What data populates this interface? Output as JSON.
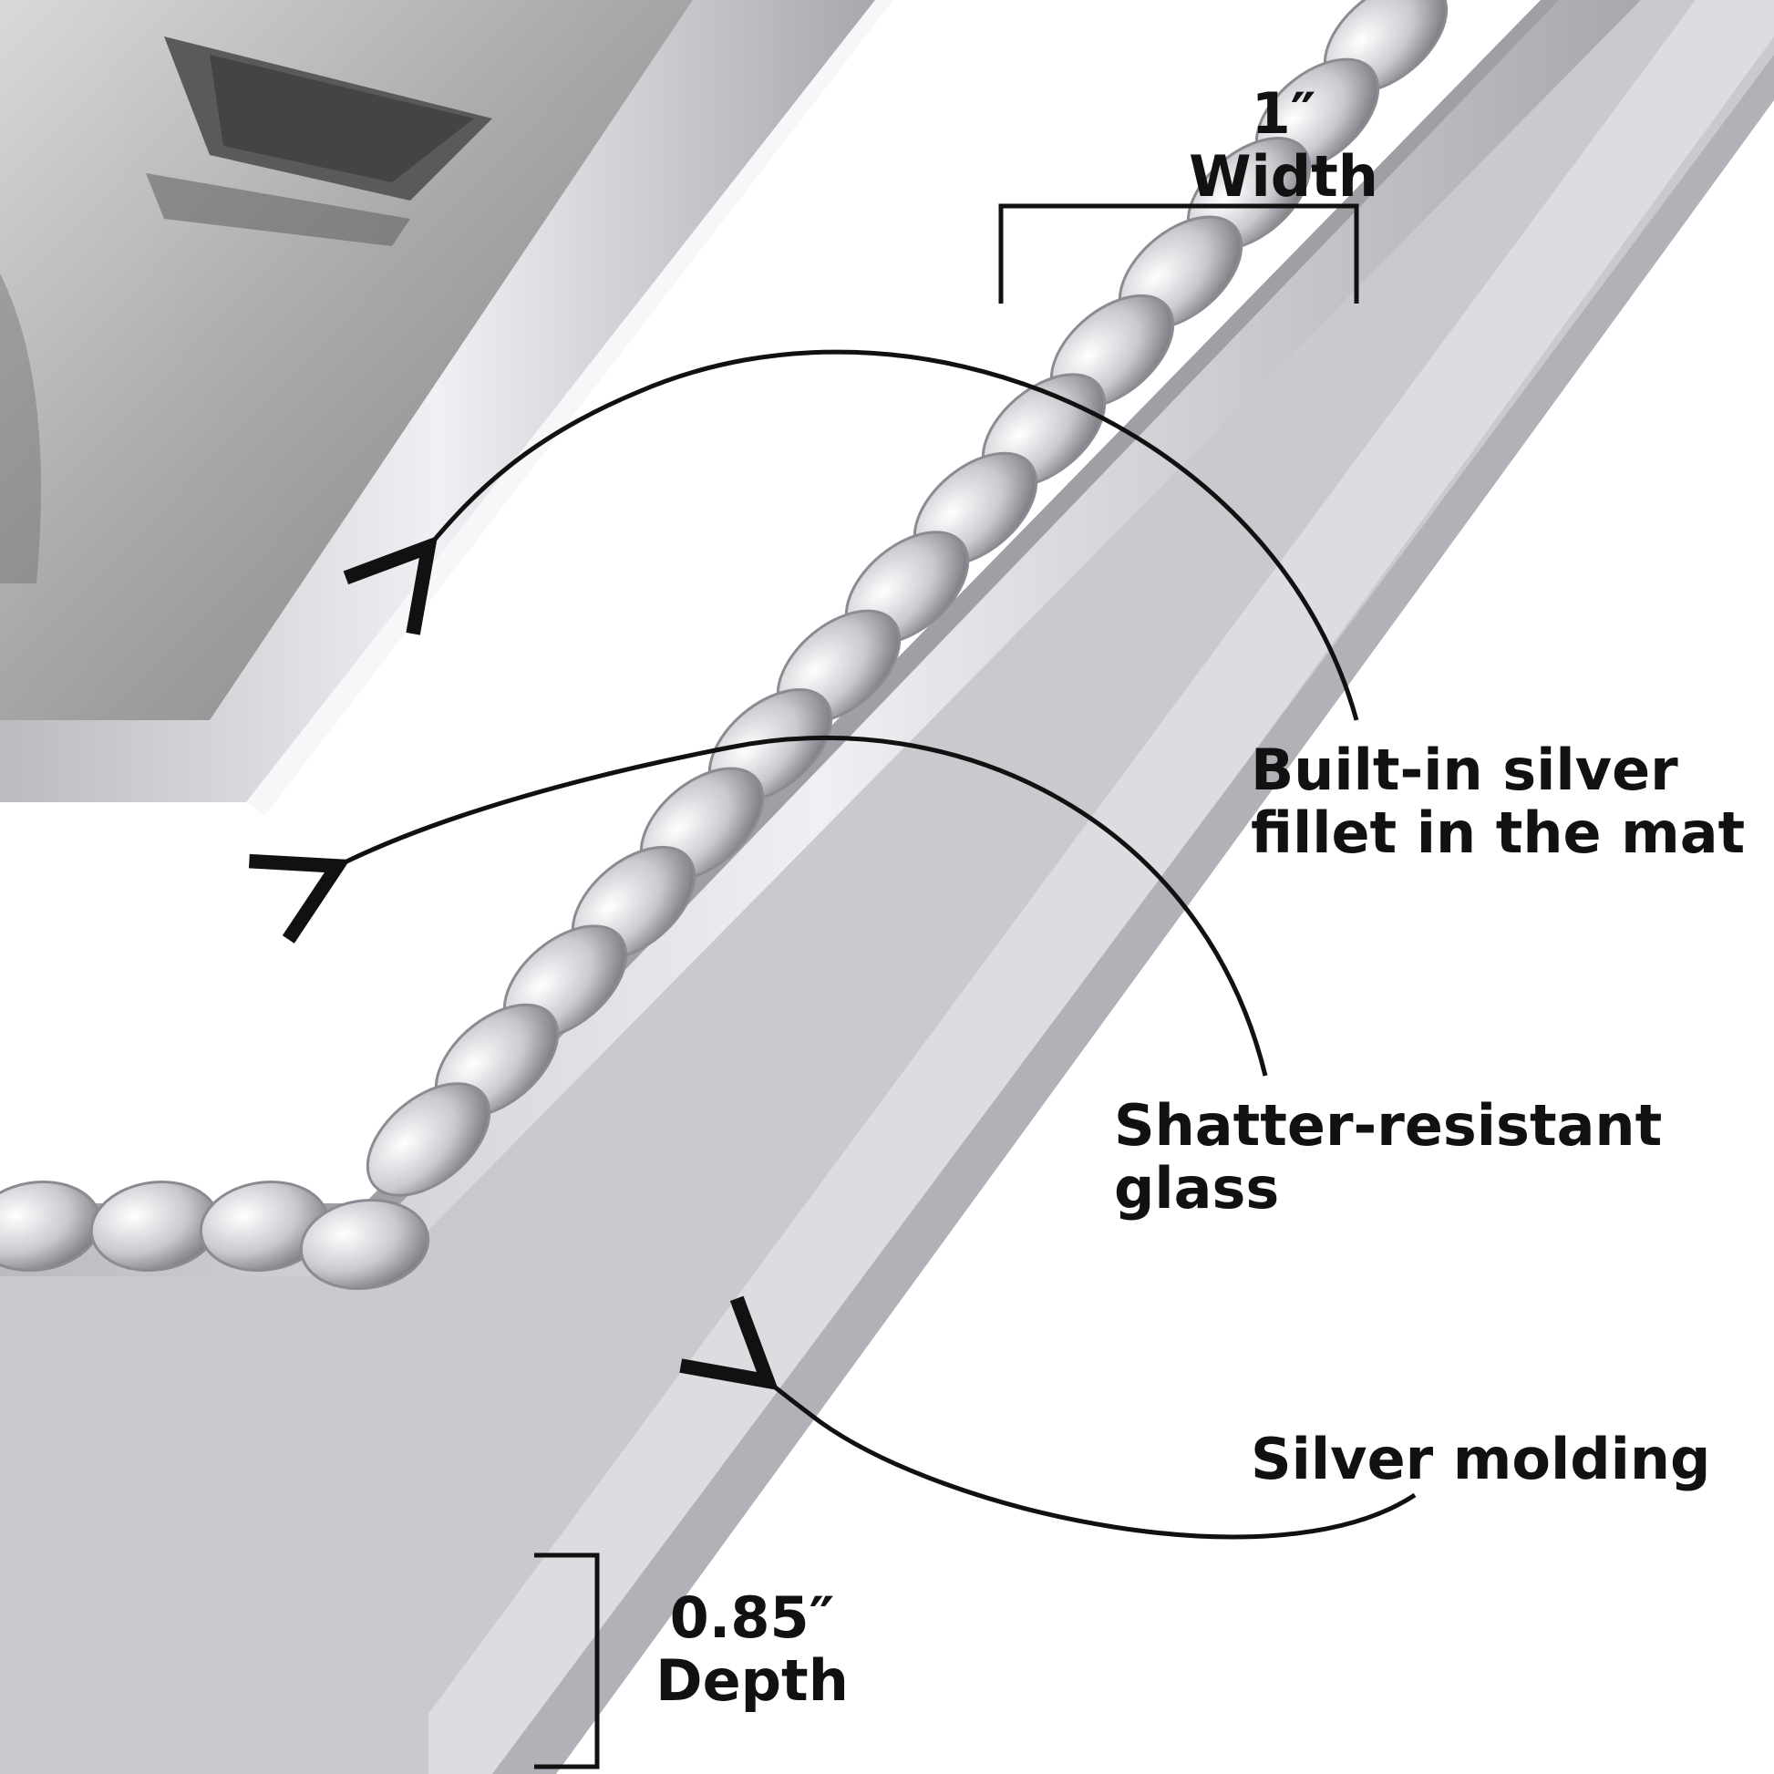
{
  "colors": {
    "text": "#111111",
    "annotation_line": "#111111",
    "frame_silver": "#c9cbd0",
    "frame_highlight": "#f4f5f7",
    "frame_shadow": "#8e9096",
    "mat": "#ffffff",
    "photo_gray": "#8a8a8a"
  },
  "callouts": {
    "width": {
      "line1": "1″",
      "line2": "Width"
    },
    "fillet": {
      "line1": "Built-in silver",
      "line2": "fillet in the mat"
    },
    "glass": {
      "line1": "Shatter-resistant",
      "line2": "glass"
    },
    "molding": {
      "line1": "Silver molding"
    },
    "depth": {
      "line1": "0.85″",
      "line2": "Depth"
    }
  }
}
